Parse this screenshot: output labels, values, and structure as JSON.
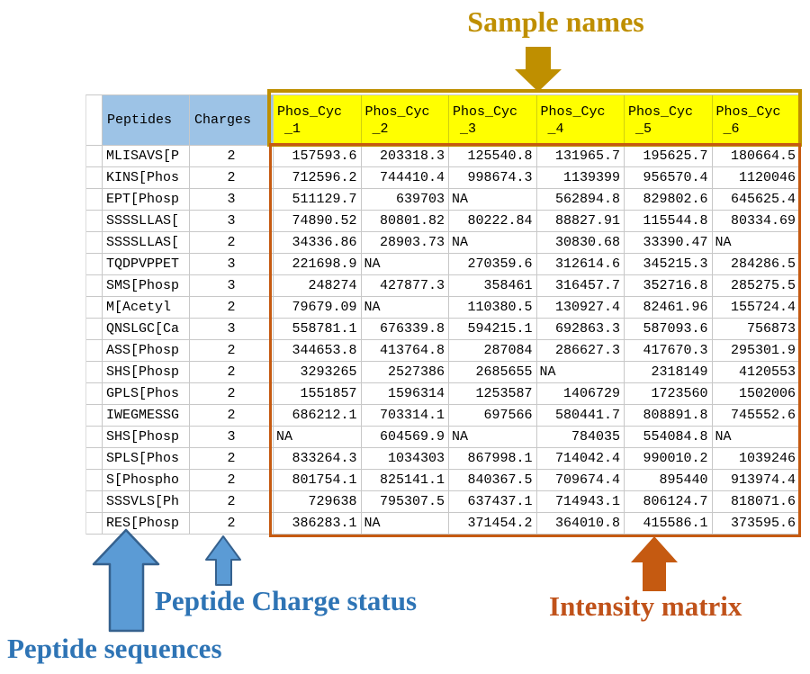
{
  "annotations": {
    "sample_names": "Sample names",
    "peptide_sequences": "Peptide sequences",
    "peptide_charge_status": "Peptide Charge status",
    "intensity_matrix": "Intensity matrix"
  },
  "colors": {
    "sample_header_fill": "#FFFF00",
    "sample_header_border": "#BF8F00",
    "label_header_fill": "#9DC3E6",
    "matrix_border": "#C55A11",
    "annotation_blue": "#2E74B5",
    "annotation_orange": "#C0521A",
    "annotation_gold": "#BF8F00",
    "arrow_blue_fill": "#5B9BD5",
    "arrow_blue_stroke": "#35618E"
  },
  "table": {
    "headers": {
      "peptides": "Peptides",
      "charges": "Charges"
    },
    "sample_columns": [
      {
        "line1": "Phos_Cyc",
        "line2": "_1"
      },
      {
        "line1": "Phos_Cyc",
        "line2": "_2"
      },
      {
        "line1": "Phos_Cyc",
        "line2": "_3"
      },
      {
        "line1": "Phos_Cyc",
        "line2": "_4"
      },
      {
        "line1": "Phos_Cyc",
        "line2": "_5"
      },
      {
        "line1": "Phos_Cyc",
        "line2": "_6"
      }
    ],
    "rows": [
      {
        "peptide": "MLISAVS[P",
        "charge": "2",
        "values": [
          "157593.6",
          "203318.3",
          "125540.8",
          "131965.7",
          "195625.7",
          "180664.5"
        ]
      },
      {
        "peptide": "KINS[Phos",
        "charge": "2",
        "values": [
          "712596.2",
          "744410.4",
          "998674.3",
          "1139399",
          "956570.4",
          "1120046"
        ]
      },
      {
        "peptide": "EPT[Phosp",
        "charge": "3",
        "values": [
          "511129.7",
          "639703",
          "NA",
          "562894.8",
          "829802.6",
          "645625.4"
        ]
      },
      {
        "peptide": "SSSSLLAS[",
        "charge": "3",
        "values": [
          "74890.52",
          "80801.82",
          "80222.84",
          "88827.91",
          "115544.8",
          "80334.69"
        ]
      },
      {
        "peptide": "SSSSLLAS[",
        "charge": "2",
        "values": [
          "34336.86",
          "28903.73",
          "NA",
          "30830.68",
          "33390.47",
          "NA"
        ]
      },
      {
        "peptide": "TQDPVPPET",
        "charge": "3",
        "values": [
          "221698.9",
          "NA",
          "270359.6",
          "312614.6",
          "345215.3",
          "284286.5"
        ]
      },
      {
        "peptide": "SMS[Phosp",
        "charge": "3",
        "values": [
          "248274",
          "427877.3",
          "358461",
          "316457.7",
          "352716.8",
          "285275.5"
        ]
      },
      {
        "peptide": "M[Acetyl",
        "charge": "2",
        "values": [
          "79679.09",
          "NA",
          "110380.5",
          "130927.4",
          "82461.96",
          "155724.4"
        ]
      },
      {
        "peptide": "QNSLGC[Ca",
        "charge": "3",
        "values": [
          "558781.1",
          "676339.8",
          "594215.1",
          "692863.3",
          "587093.6",
          "756873"
        ]
      },
      {
        "peptide": "ASS[Phosp",
        "charge": "2",
        "values": [
          "344653.8",
          "413764.8",
          "287084",
          "286627.3",
          "417670.3",
          "295301.9"
        ]
      },
      {
        "peptide": "SHS[Phosp",
        "charge": "2",
        "values": [
          "3293265",
          "2527386",
          "2685655",
          "NA",
          "2318149",
          "4120553"
        ]
      },
      {
        "peptide": "GPLS[Phos",
        "charge": "2",
        "values": [
          "1551857",
          "1596314",
          "1253587",
          "1406729",
          "1723560",
          "1502006"
        ]
      },
      {
        "peptide": "IWEGMESSG",
        "charge": "2",
        "values": [
          "686212.1",
          "703314.1",
          "697566",
          "580441.7",
          "808891.8",
          "745552.6"
        ]
      },
      {
        "peptide": "SHS[Phosp",
        "charge": "3",
        "values": [
          "NA",
          "604569.9",
          "NA",
          "784035",
          "554084.8",
          "NA"
        ]
      },
      {
        "peptide": "SPLS[Phos",
        "charge": "2",
        "values": [
          "833264.3",
          "1034303",
          "867998.1",
          "714042.4",
          "990010.2",
          "1039246"
        ]
      },
      {
        "peptide": "S[Phospho",
        "charge": "2",
        "values": [
          "801754.1",
          "825141.1",
          "840367.5",
          "709674.4",
          "895440",
          "913974.4"
        ]
      },
      {
        "peptide": "SSSVLS[Ph",
        "charge": "2",
        "values": [
          "729638",
          "795307.5",
          "637437.1",
          "714943.1",
          "806124.7",
          "818071.6"
        ]
      },
      {
        "peptide": "RES[Phosp",
        "charge": "2",
        "values": [
          "386283.1",
          "NA",
          "371454.2",
          "364010.8",
          "415586.1",
          "373595.6"
        ]
      }
    ]
  }
}
